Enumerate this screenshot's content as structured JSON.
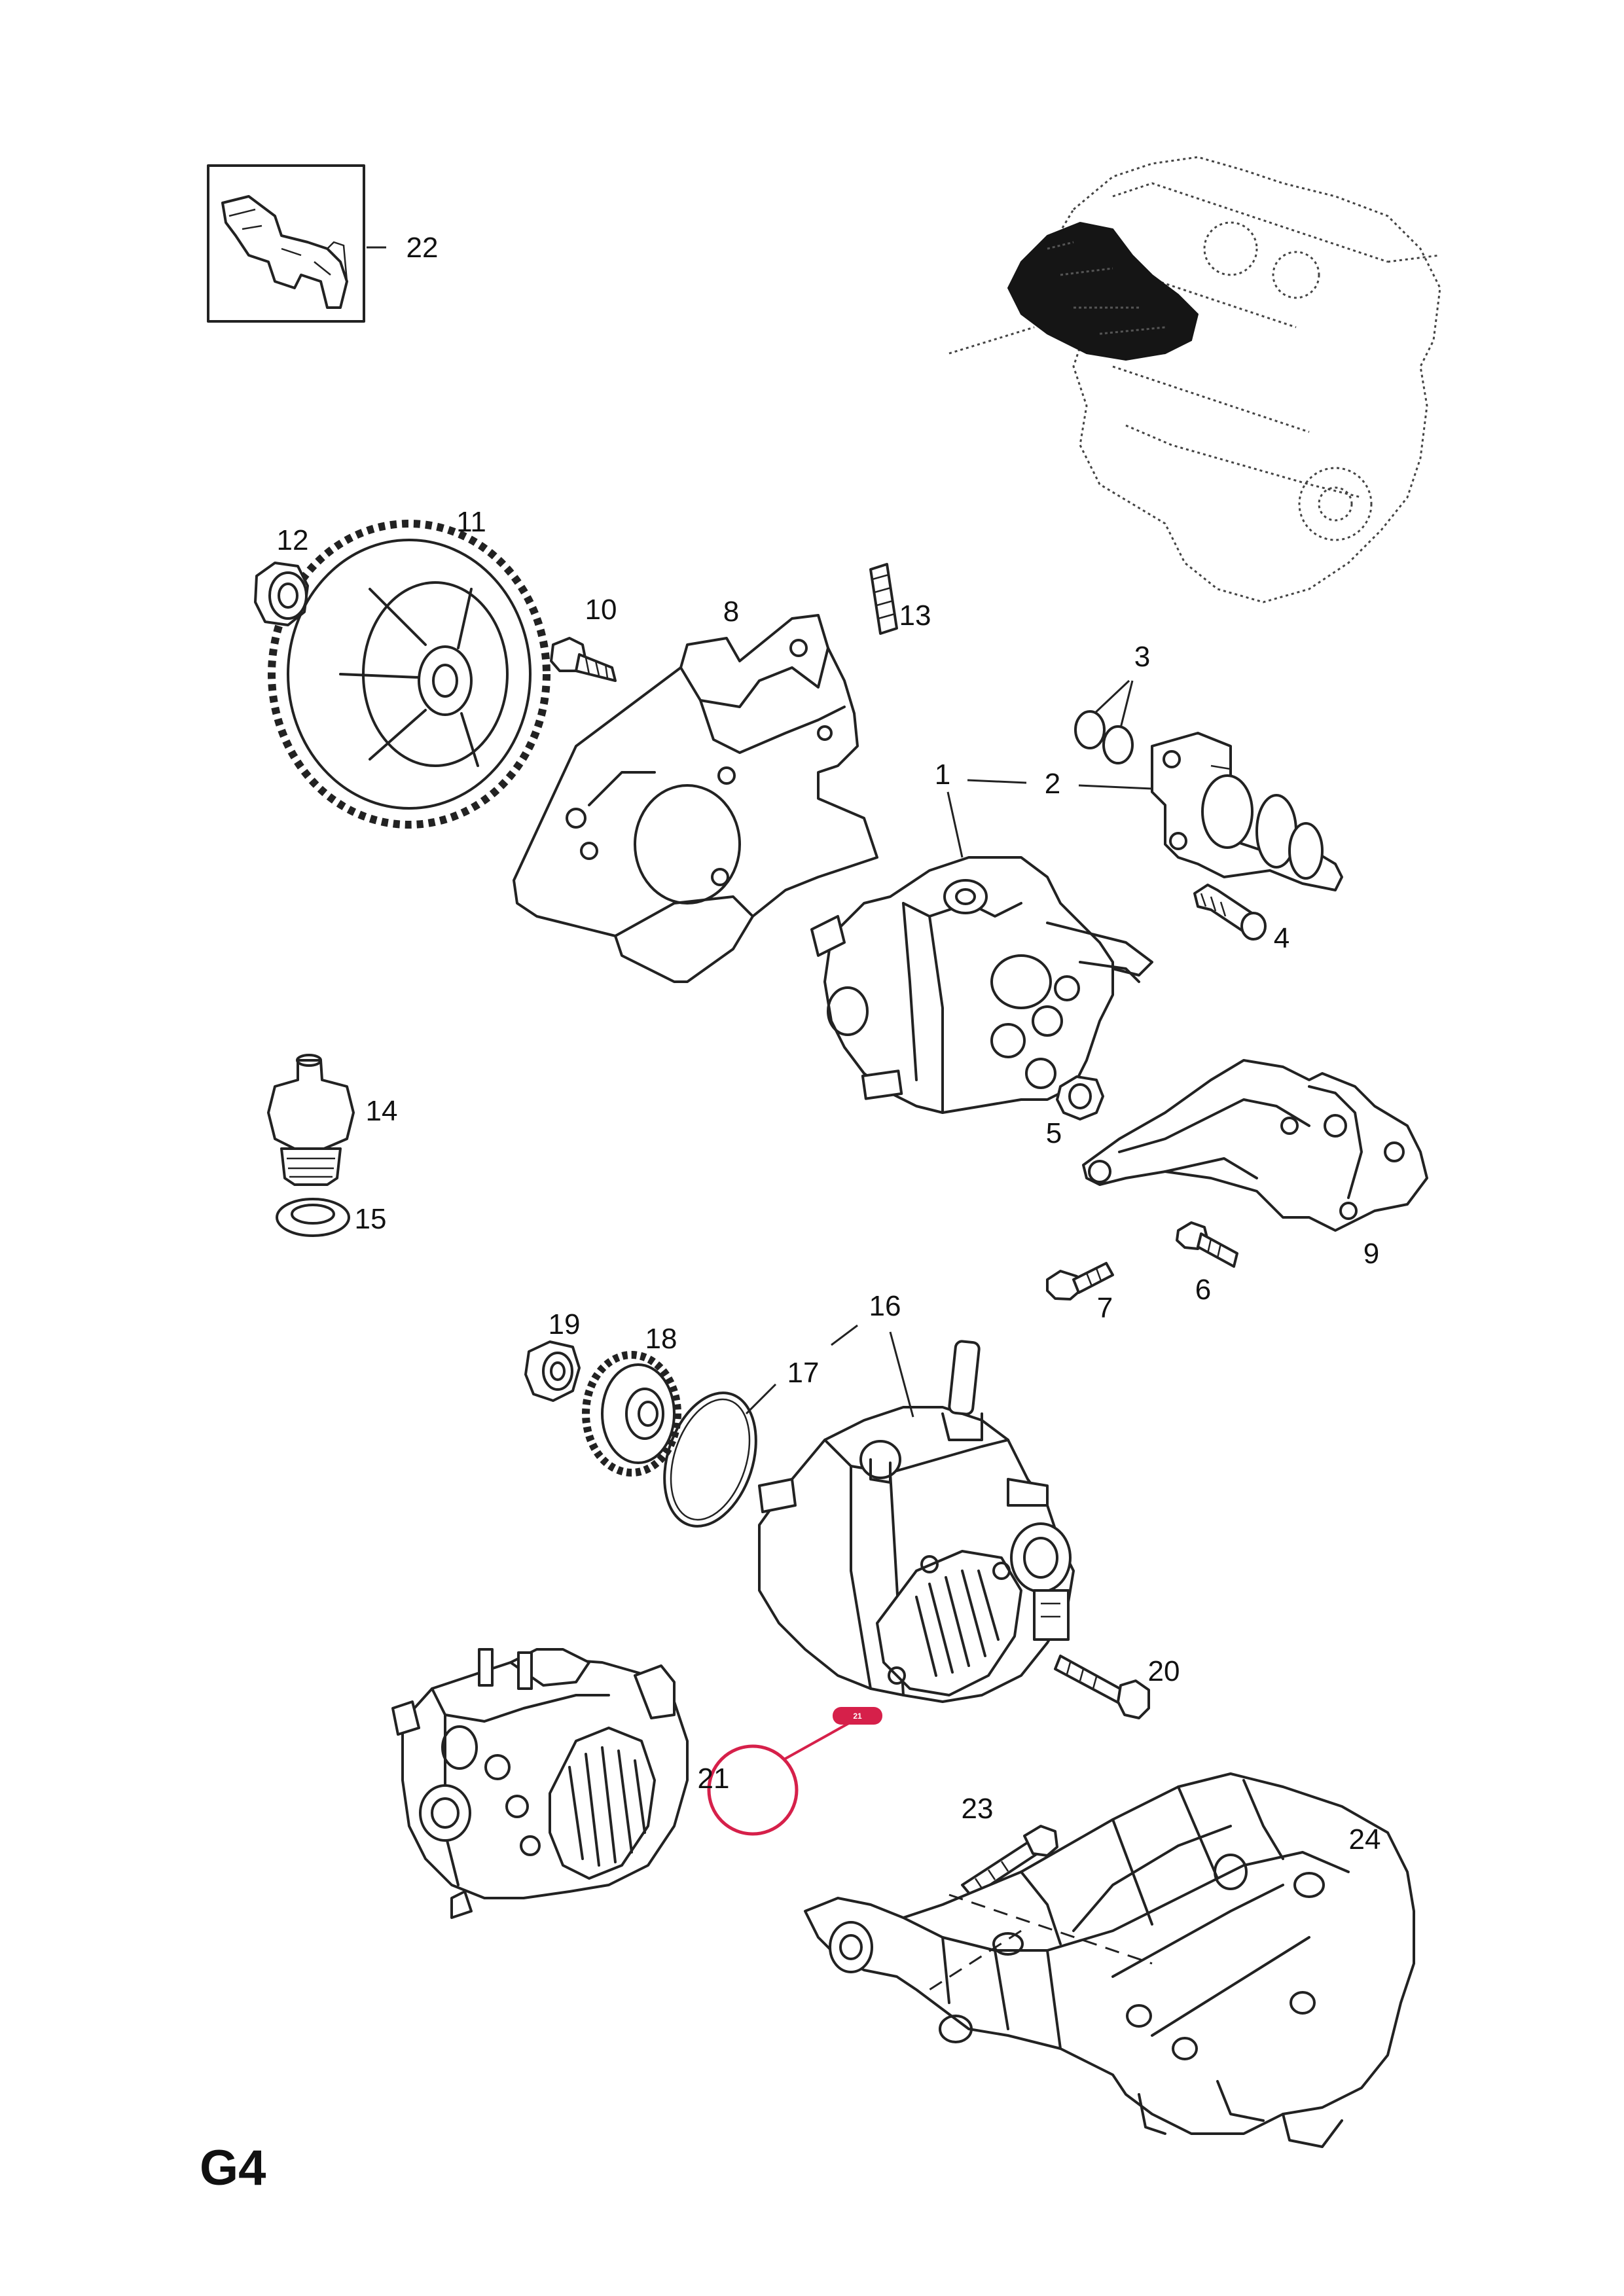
{
  "diagram": {
    "page_code": "G4",
    "callouts": {
      "c1": "1",
      "c2": "2",
      "c3": "3",
      "c4": "4",
      "c5": "5",
      "c6": "6",
      "c7": "7",
      "c8": "8",
      "c9": "9",
      "c10": "10",
      "c11": "11",
      "c12": "12",
      "c13": "13",
      "c14": "14",
      "c15": "15",
      "c16": "16",
      "c17": "17",
      "c18": "18",
      "c19": "19",
      "c20": "20",
      "c21": "21",
      "c22": "22",
      "c23": "23",
      "c24": "24"
    },
    "highlight": {
      "badge_label": "21",
      "color": "#d6204a"
    }
  }
}
